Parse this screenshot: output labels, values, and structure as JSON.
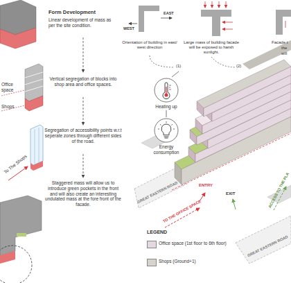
{
  "diagram": {
    "nodes": [
      {
        "text": [
          "Heating up"
        ]
      },
      {
        "text": [
          "Energy consumption"
        ]
      }
    ],
    "edges": [
      {
        "from": 0,
        "to": 1,
        "arrow": "none"
      }
    ],
    "labels": [
      "Form Development",
      "Linear development of mass as per the site condition.",
      "Office space",
      "Shops",
      "Vertical segregation of blocks into shop area and office spaces.",
      "Segregation of accessibility points w.r.t seperate zones through different sides of the road.",
      "To The Shops",
      "Staggered mass will allow us to introduce green pockets in the front and will also create an interesting undulated mass at the fore front of the facade.",
      "WEST",
      "EAST",
      "Orientation of building in east/ west direction",
      "Large mass of building facade will be exposed to harsh sunlight.",
      "Facade t",
      "the",
      "will",
      "(1)",
      "(2)",
      "GREAT EASTERN ROAD",
      "ENTRY",
      "TO THE OFFICE SPACE",
      "EXIT",
      "ACCESS TO THE PLA",
      "GREAT EASTERN ROAD",
      "LEGEND"
    ],
    "legend": [
      {
        "text": "Office space (1st floor to 6th floor)",
        "color": "#e6d8e0"
      },
      {
        "text": "Shops (Ground+1)",
        "color": "#d6d3cc"
      }
    ]
  }
}
